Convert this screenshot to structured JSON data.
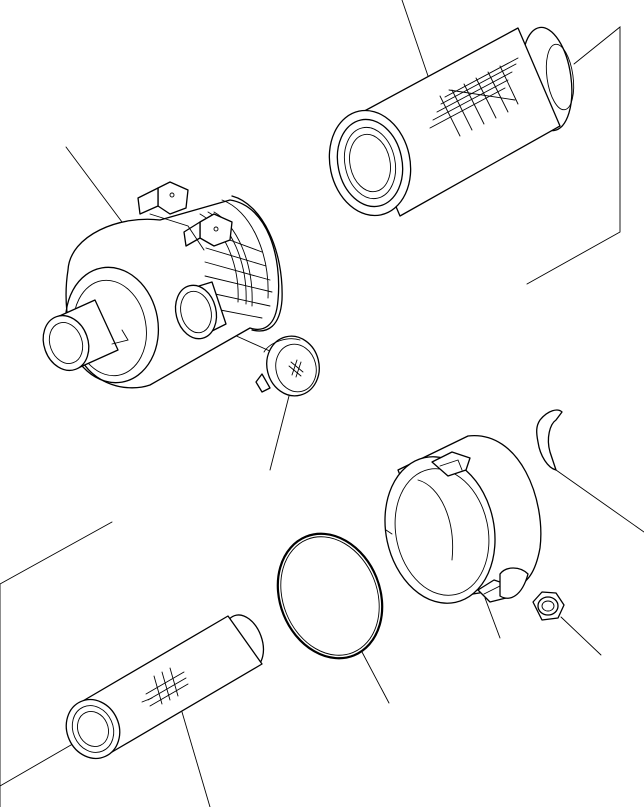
{
  "diagram": {
    "style": "exploded-view line drawing",
    "stroke_color": "#000000",
    "background_color": "#ffffff",
    "parts": [
      "air-cleaner-housing",
      "outer-filter-element",
      "inner-filter-element",
      "dust-cup",
      "dust-cup-clamp",
      "o-ring-seal",
      "evacuator-valve",
      "wing-nut",
      "rubber-strip"
    ]
  }
}
